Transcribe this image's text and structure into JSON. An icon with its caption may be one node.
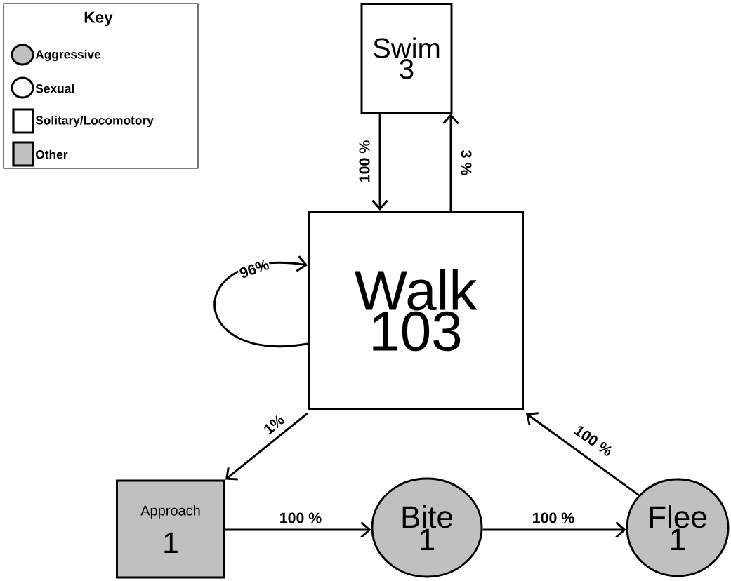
{
  "diagram": {
    "nodes": [
      {
        "text": [
          "Swim",
          "3"
        ]
      },
      {
        "text": [
          "Walk",
          "103"
        ]
      },
      {
        "text": [
          "Approach",
          "1"
        ]
      },
      {
        "text": [
          "Bite",
          "1"
        ]
      },
      {
        "text": [
          "Flee",
          "1"
        ]
      }
    ],
    "edges": [
      {
        "from": 0,
        "to": 1,
        "arrow": "to",
        "label": "100 %"
      },
      {
        "from": 1,
        "to": 0,
        "arrow": "to",
        "label": "3 %"
      },
      {
        "from": 1,
        "to": 1,
        "arrow": "to",
        "label": "96%"
      },
      {
        "from": 1,
        "to": 2,
        "arrow": "to",
        "label": "1%"
      },
      {
        "from": 2,
        "to": 3,
        "arrow": "to",
        "label": "100 %"
      },
      {
        "from": 3,
        "to": 4,
        "arrow": "to",
        "label": "100 %"
      },
      {
        "from": 4,
        "to": 1,
        "arrow": "to",
        "label": "100 %"
      }
    ],
    "labels": [
      "Key"
    ],
    "legend": [
      {
        "text": "Aggressive"
      },
      {
        "text": "Sexual"
      },
      {
        "text": "Solitary/Locomotory"
      },
      {
        "text": "Other"
      }
    ]
  }
}
